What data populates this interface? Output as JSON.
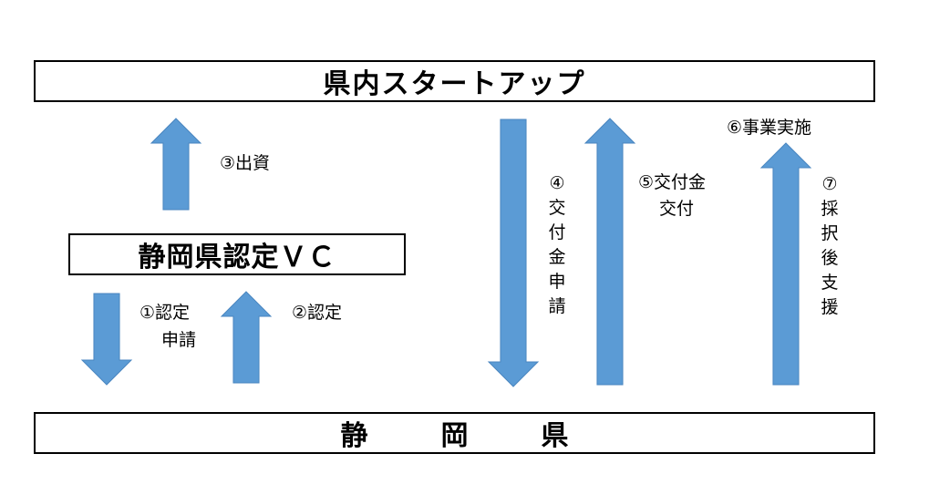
{
  "diagram": {
    "top_box": "県内スタートアップ",
    "vc_box": "静岡県認定ＶＣ",
    "bottom_box": [
      "静",
      "岡",
      "県"
    ],
    "labels": {
      "step1_line1": "①認定",
      "step1_line2": "申請",
      "step2": "②認定",
      "step3": "③出資",
      "step4_chars": [
        "④",
        "交",
        "付",
        "金",
        "申",
        "請"
      ],
      "step5_line1": "⑤交付金",
      "step5_line2": "交付",
      "step6": "⑥事業実施",
      "step7_chars": [
        "⑦",
        "採",
        "択",
        "後",
        "支",
        "援"
      ]
    },
    "arrows": [
      {
        "name": "step1-arrow",
        "direction": "down"
      },
      {
        "name": "step2-arrow",
        "direction": "up"
      },
      {
        "name": "step3-arrow",
        "direction": "up"
      },
      {
        "name": "step4-arrow",
        "direction": "down"
      },
      {
        "name": "step5-arrow",
        "direction": "up"
      },
      {
        "name": "step7-arrow",
        "direction": "up"
      }
    ],
    "colors": {
      "arrow_fill": "#5b9bd5",
      "arrow_stroke": "#4a86c0",
      "border": "#000000"
    }
  }
}
